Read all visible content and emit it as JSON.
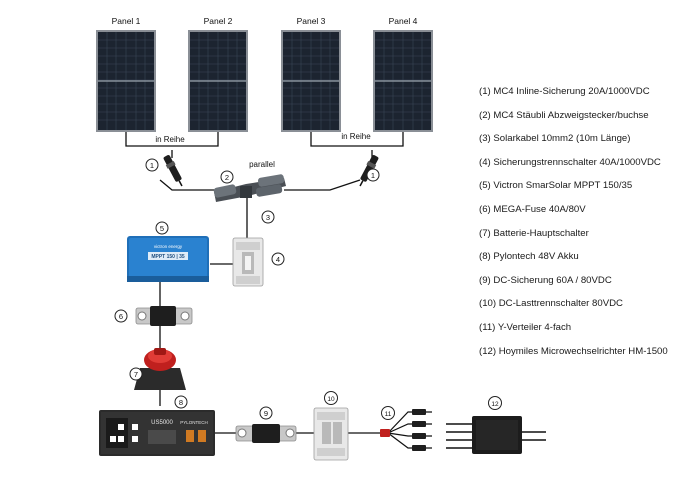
{
  "panels": [
    {
      "label": "Panel 1"
    },
    {
      "label": "Panel 2"
    },
    {
      "label": "Panel 3"
    },
    {
      "label": "Panel 4"
    }
  ],
  "connection_labels": {
    "series_left": "in Reihe",
    "series_right": "in Reihe",
    "parallel": "parallel"
  },
  "markers": [
    "1",
    "2",
    "3",
    "4",
    "5",
    "6",
    "7",
    "8",
    "9",
    "10",
    "11",
    "1",
    "12"
  ],
  "device_text": {
    "mppt_brand": "victron energy",
    "mppt_model": "MPPT 150 | 35",
    "battery_model": "US5000",
    "battery_brand": "PYLONTECH"
  },
  "legend": [
    "(1) MC4 Inline-Sicherung 20A/1000VDC",
    "(2) MC4 Stäubli Abzweigstecker/buchse",
    "(3) Solarkabel 10mm2 (10m Länge)",
    "(4) Sicherungstrennschalter 40A/1000VDC",
    "(5) Victron SmarSolar MPPT 150/35",
    "(6) MEGA-Fuse 40A/80V",
    "(7) Batterie-Hauptschalter",
    "(8) Pylontech 48V Akku",
    "(9) DC-Sicherung 60A / 80VDC",
    "(10) DC-Lasttrennschalter 80VDC",
    "(11) Y-Verteiler 4-fach",
    "(12) Hoymiles Microwechselrichter HM-1500"
  ],
  "colors": {
    "panel_cell": "#1c2430",
    "panel_frame": "#8a8f96",
    "wire": "#111111",
    "mppt_blue": "#1f6fb8",
    "battery_body": "#2b2b2b",
    "battery_switch_red": "#c0201e",
    "marker_stroke": "#222222"
  }
}
